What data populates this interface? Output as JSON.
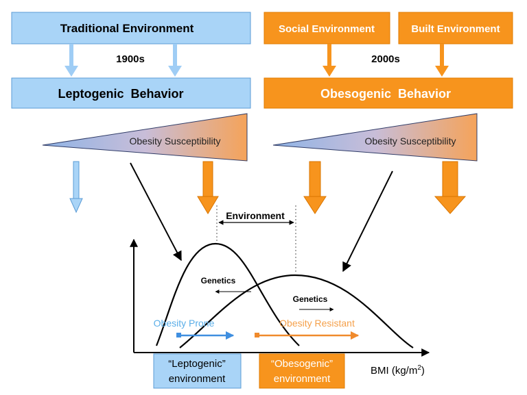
{
  "top_left": {
    "header": "Traditional Environment",
    "era": "1900s",
    "behavior": "Leptogenic  Behavior",
    "wedge_label": "Obesity Susceptibility"
  },
  "top_right": {
    "header_social": "Social Environment",
    "header_built": "Built Environment",
    "era": "2000s",
    "behavior": "Obesogenic  Behavior",
    "wedge_label": "Obesity Susceptibility"
  },
  "plot": {
    "environment_label": "Environment",
    "genetics_left": "Genetics",
    "genetics_right": "Genetics",
    "prone_label": "Obesity Prone",
    "resistant_label": "Obesity Resistant",
    "lepto_box_line1": "“Leptogenic”",
    "lepto_box_line2": "environment",
    "obeso_box_line1": "“Obesogenic”",
    "obeso_box_line2": "environment",
    "x_axis_label": "BMI (kg/m",
    "x_axis_sup": "2",
    "x_axis_close": ")"
  },
  "colors": {
    "blue_fill": "#a9d4f7",
    "blue_stroke": "#5b9bd5",
    "orange_fill": "#f7941d",
    "orange_stroke": "#e07b00",
    "prone_text": "#5aaee8",
    "resistant_text": "#f5a04a"
  }
}
